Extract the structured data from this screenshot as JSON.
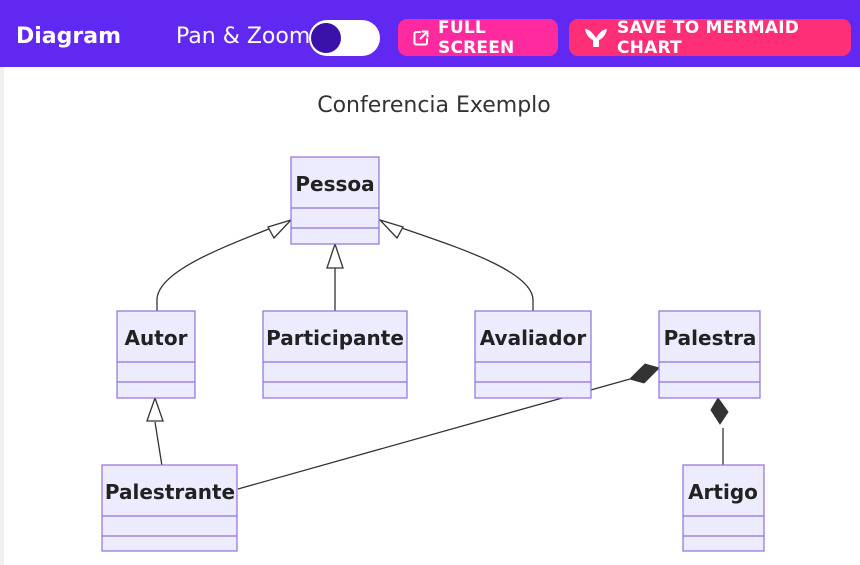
{
  "header": {
    "title": "Diagram",
    "pan_zoom_label": "Pan & Zoom",
    "pan_zoom_enabled": false,
    "full_screen_label": "FULL SCREEN",
    "save_label": "SAVE TO MERMAID CHART"
  },
  "colors": {
    "header_bg": "#6128f1",
    "full_screen_bg": "#ff2a9d",
    "save_bg": "#ff2f77",
    "class_fill": "#ececfe",
    "class_stroke": "#9370db"
  },
  "diagram": {
    "title": "Conferencia Exemplo",
    "classes": {
      "pessoa": "Pessoa",
      "autor": "Autor",
      "participante": "Participante",
      "avaliador": "Avaliador",
      "palestra": "Palestra",
      "palestrante": "Palestrante",
      "artigo": "Artigo"
    },
    "relations": [
      {
        "from": "Autor",
        "to": "Pessoa",
        "type": "inheritance"
      },
      {
        "from": "Participante",
        "to": "Pessoa",
        "type": "inheritance"
      },
      {
        "from": "Avaliador",
        "to": "Pessoa",
        "type": "inheritance"
      },
      {
        "from": "Palestrante",
        "to": "Autor",
        "type": "inheritance"
      },
      {
        "from": "Palestrante",
        "to": "Palestra",
        "type": "composition"
      },
      {
        "from": "Artigo",
        "to": "Palestra",
        "type": "composition"
      }
    ]
  }
}
